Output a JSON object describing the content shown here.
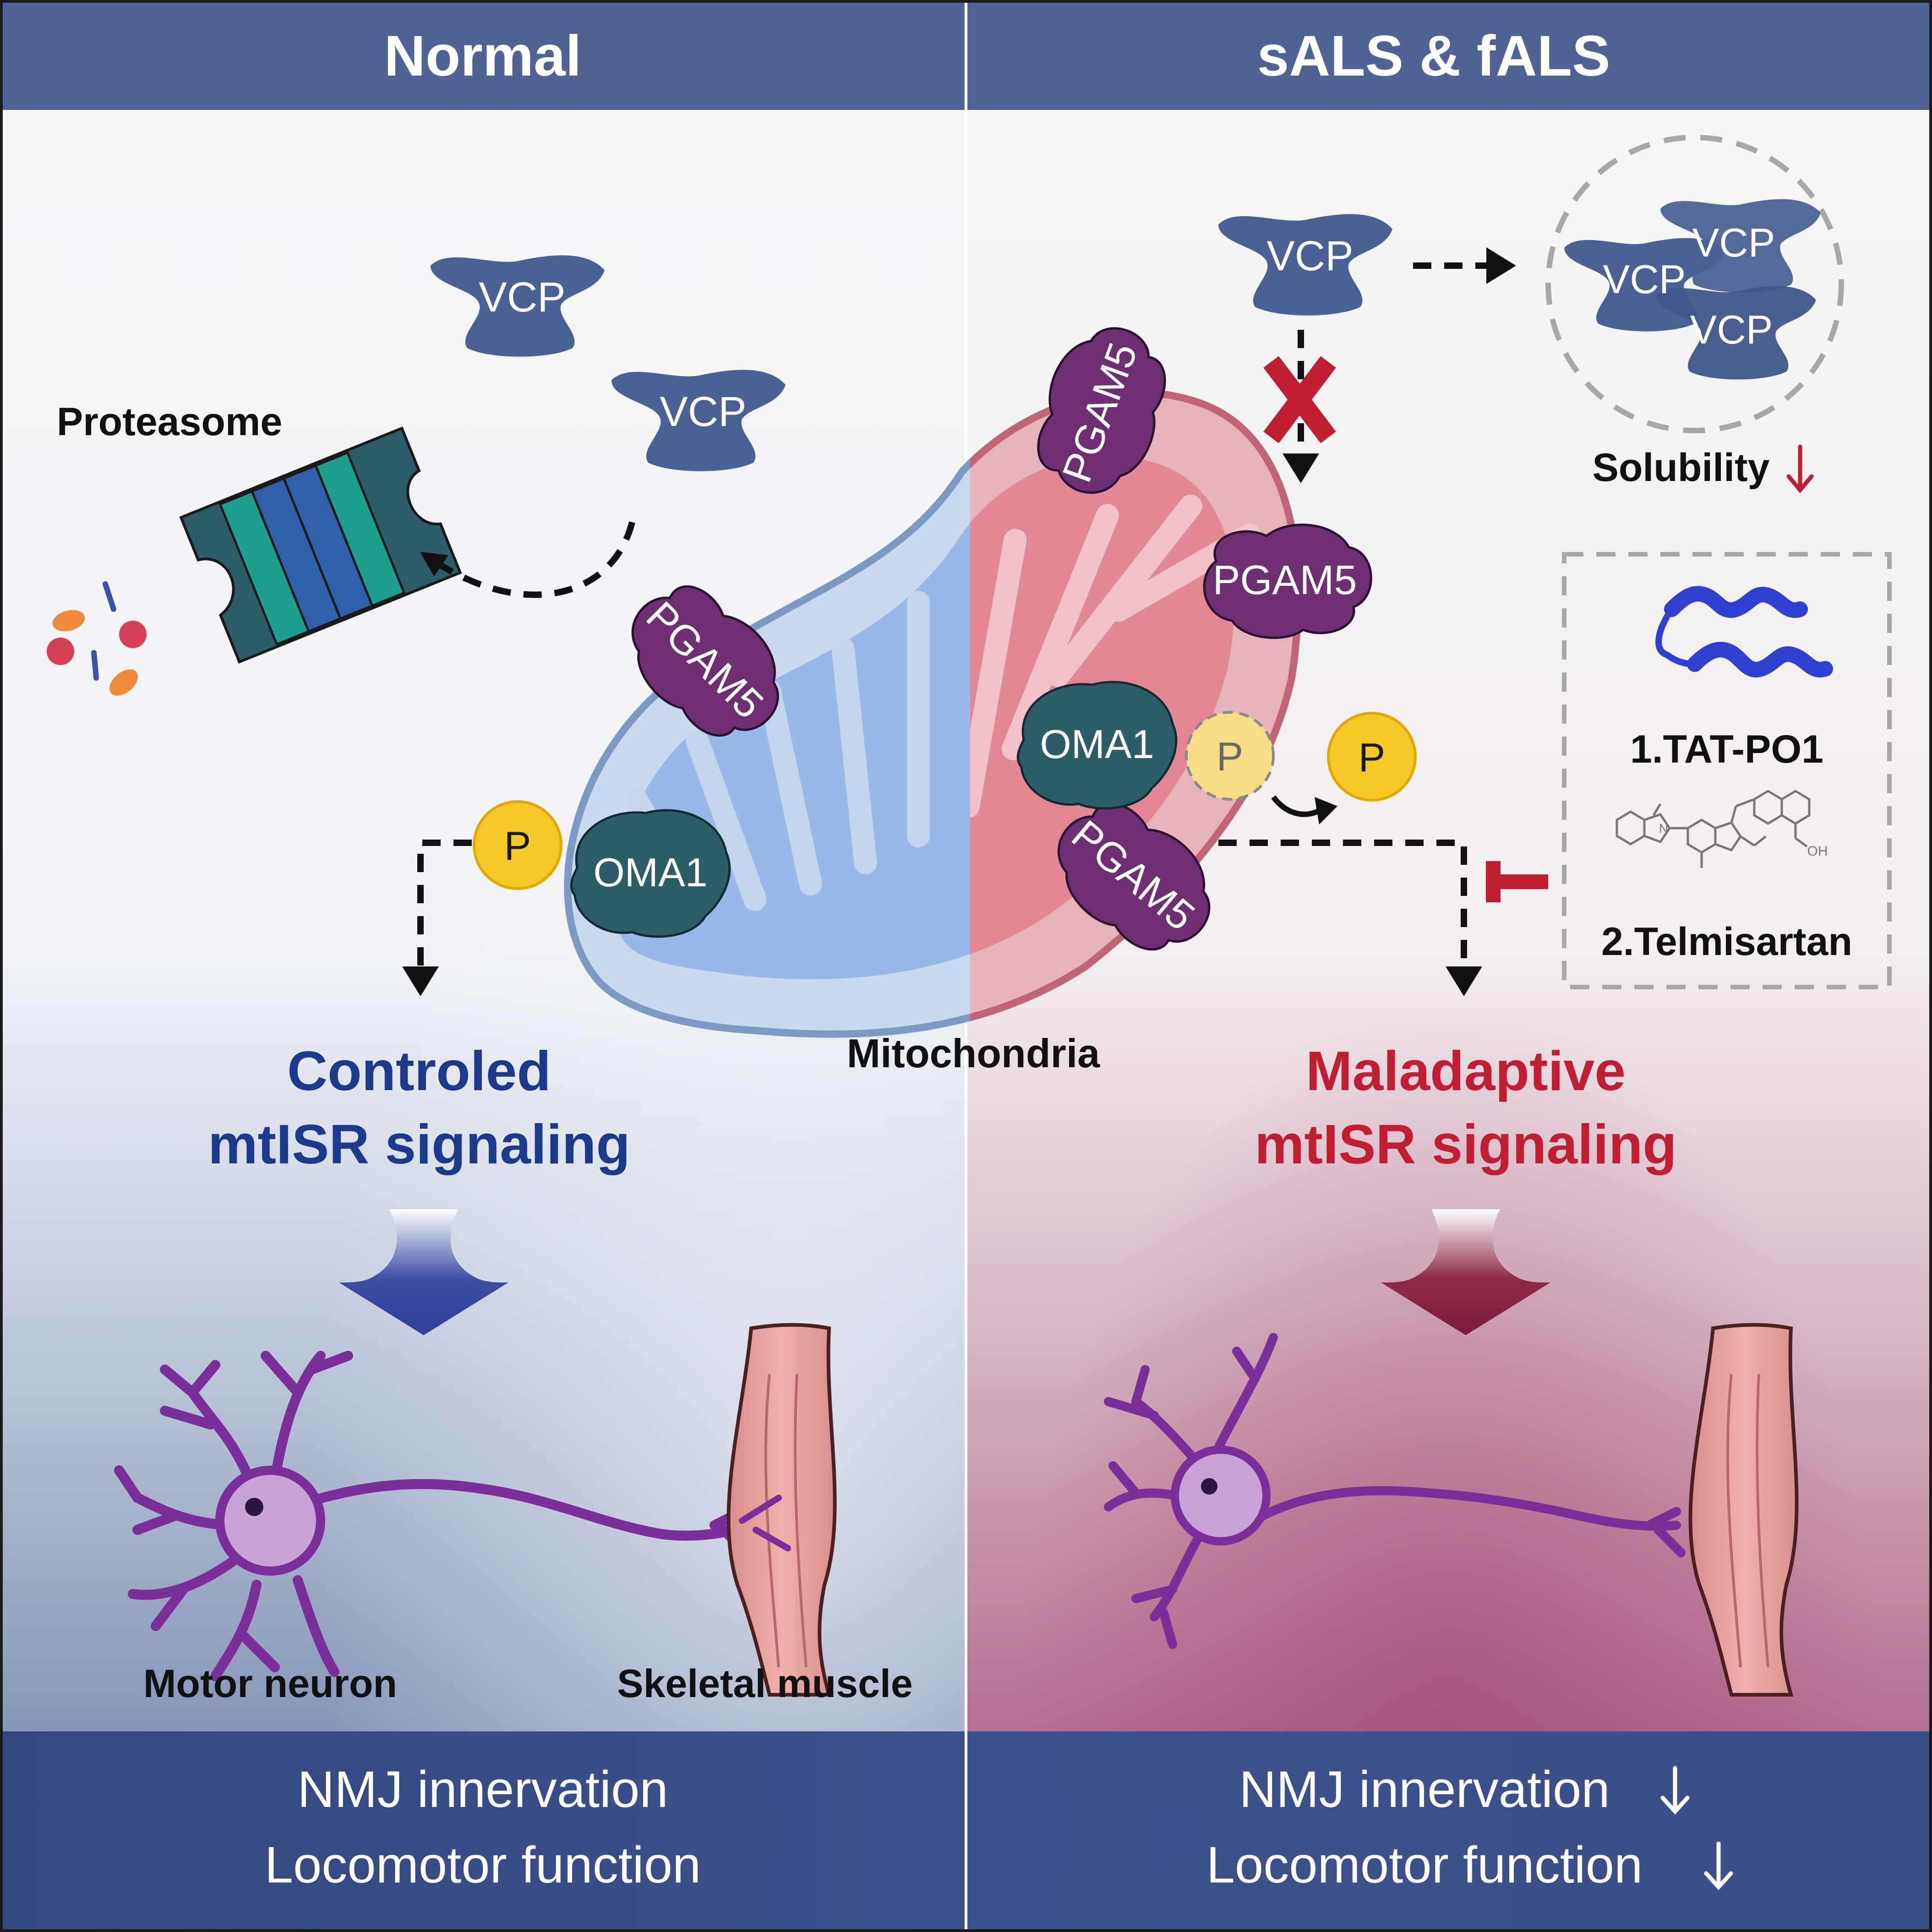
{
  "headers": {
    "normal": "Normal",
    "disease": "sALS & fALS"
  },
  "proteins": {
    "vcp": "VCP",
    "pgam5": "PGAM5",
    "oma1": "OMA1",
    "phospho": "P"
  },
  "labels": {
    "proteasome": "Proteasome",
    "mitochondria": "Mitochondria",
    "solubility": "Solubility",
    "motor_neuron": "Motor neuron",
    "skeletal_muscle": "Skeletal muscle"
  },
  "signaling": {
    "normal_line1": "Controled",
    "normal_line2": "mtISR signaling",
    "disease_line1": "Maladaptive",
    "disease_line2": "mtISR signaling"
  },
  "treatments": {
    "item1": "1.TAT-PO1",
    "item2": "2.Telmisartan",
    "oh_label": "OH",
    "n_label": "N"
  },
  "outcomes": {
    "normal_line1": "NMJ innervation",
    "normal_line2": "Locomotor function",
    "disease_line1": "NMJ innervation",
    "disease_line2": "Locomotor function"
  },
  "colors": {
    "header_blue": "#4f6494",
    "footer_blue": "#3a4f86",
    "vcp_blue": "#4a6193",
    "pgam5_purple": "#6e2f72",
    "oma1_teal": "#2e5d6a",
    "phospho_yellow": "#f5c728",
    "normal_blue_text": "#1b3a8c",
    "disease_red_text": "#c01f33",
    "neuron_purple": "#7a2f99",
    "muscle_pink": "#e9a7a4"
  }
}
